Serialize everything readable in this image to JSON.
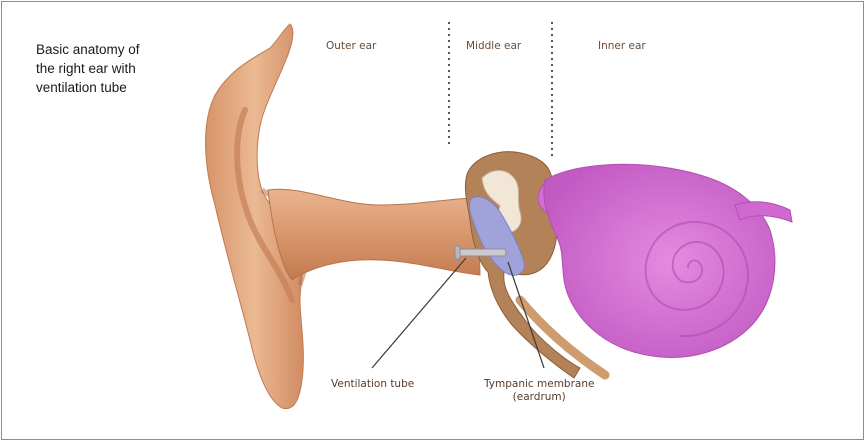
{
  "caption": {
    "line1": "Basic anatomy of",
    "line2": "the right ear with",
    "line3": "ventilation tube"
  },
  "regions": {
    "outer": "Outer ear",
    "middle": "Middle ear",
    "inner": "Inner ear"
  },
  "callouts": {
    "ventilation_tube": "Ventilation tube",
    "tympanic_line1": "Tympanic membrane",
    "tympanic_line2": "(eardrum)"
  },
  "colors": {
    "border": "#d4679a",
    "skin": "#e3a57e",
    "skin_dark": "#c98157",
    "bone": "#9a6a48",
    "eardrum": "#9b9fd6",
    "cochlea": "#d26ad0",
    "cochlea_dark": "#b54fb5"
  }
}
